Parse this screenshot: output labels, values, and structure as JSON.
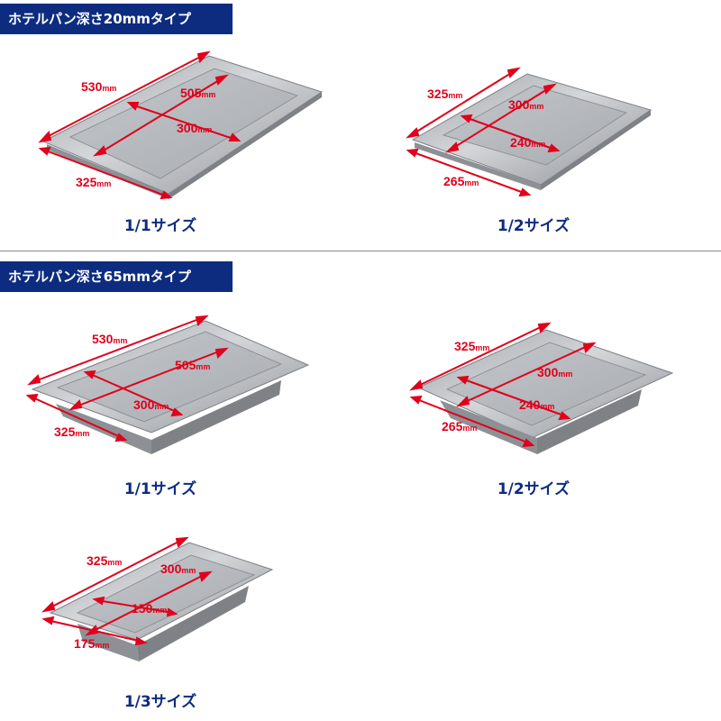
{
  "sections": [
    {
      "title": "ホテルパン深さ20mmタイプ",
      "items": [
        {
          "caption": "1/1サイズ",
          "dims": [
            "530",
            "505",
            "300",
            "325"
          ]
        },
        {
          "caption": "1/2サイズ",
          "dims": [
            "325",
            "300",
            "240",
            "265"
          ]
        }
      ]
    },
    {
      "title": "ホテルパン深さ65mmタイプ",
      "items": [
        {
          "caption": "1/1サイズ",
          "dims": [
            "530",
            "505",
            "300",
            "325"
          ]
        },
        {
          "caption": "1/2サイズ",
          "dims": [
            "325",
            "300",
            "240",
            "265"
          ]
        },
        {
          "caption": "1/3サイズ",
          "dims": [
            "325",
            "300",
            "150",
            "175"
          ]
        }
      ]
    }
  ],
  "unit": "mm",
  "colors": {
    "header": "#0d2c80",
    "caption": "#0d2c80",
    "dimension": "#e0001b",
    "steel": "#b9bcc0"
  }
}
